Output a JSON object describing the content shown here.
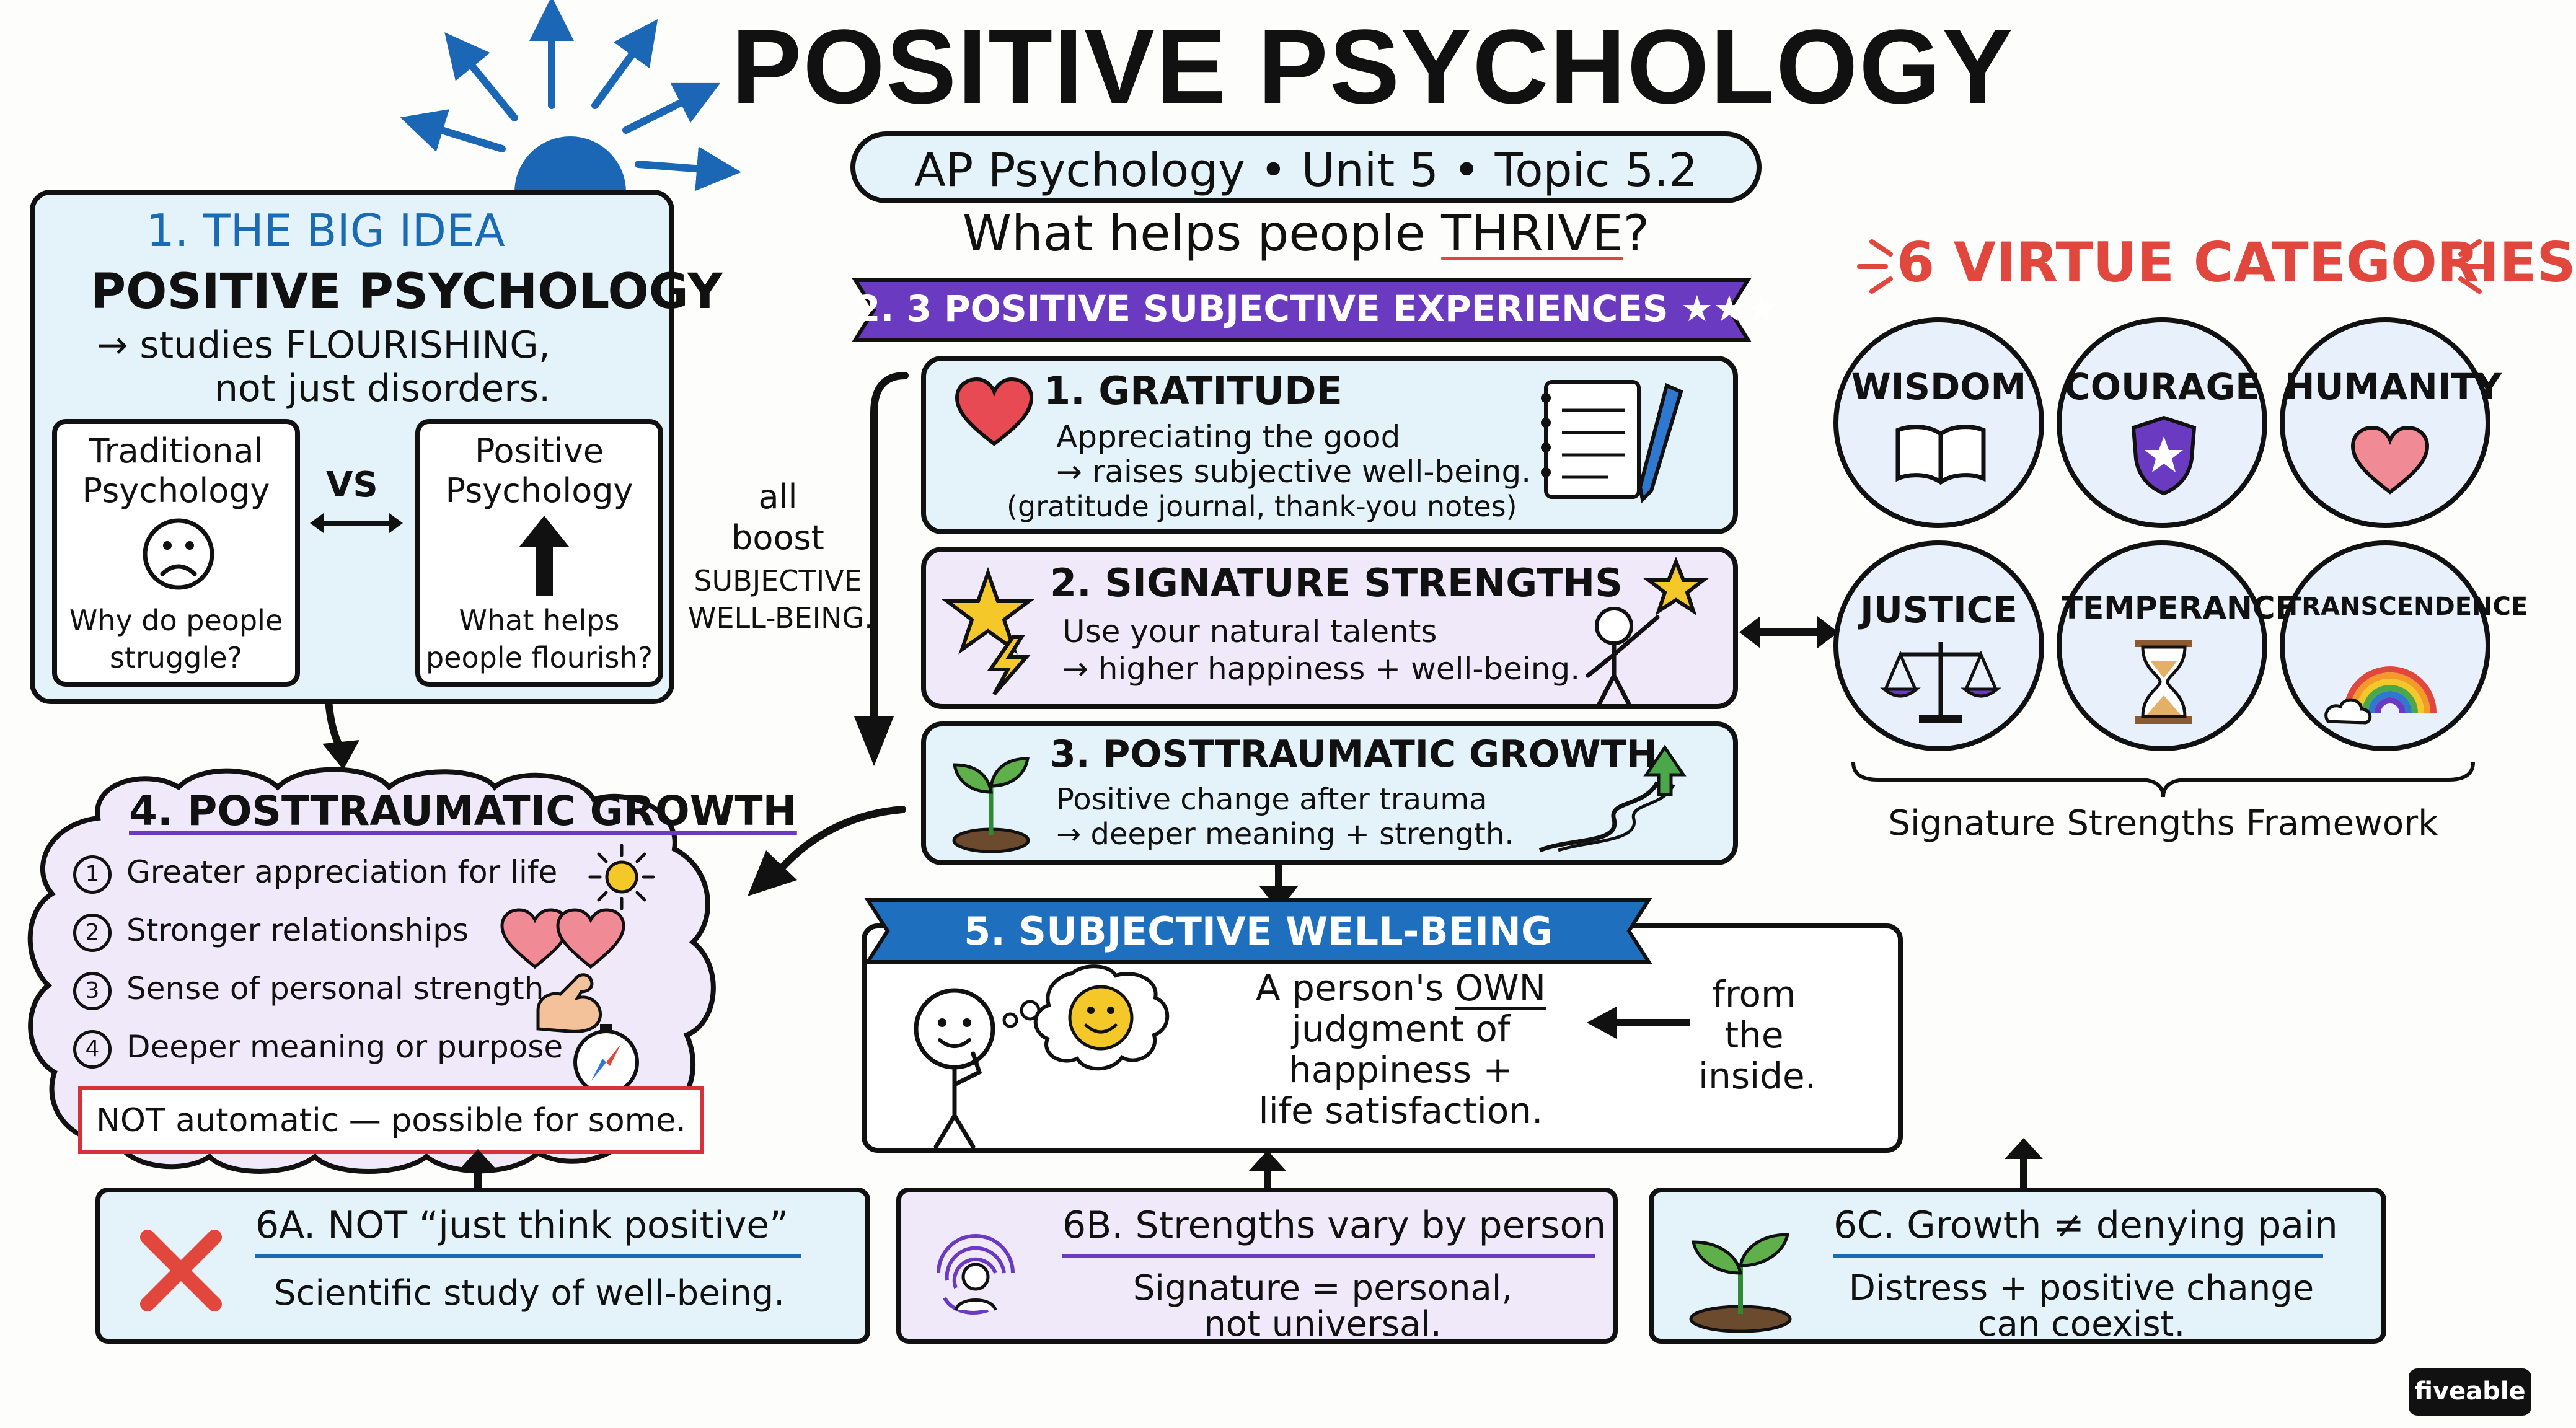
{
  "title": "POSITIVE PSYCHOLOGY",
  "subtitle_pill": "AP Psychology • Unit 5 • Topic 5.2",
  "question": {
    "pre": "What helps people ",
    "em": "THRIVE",
    "post": "?"
  },
  "big_idea": {
    "heading": "1. THE BIG IDEA",
    "title": "POSITIVE PSYCHOLOGY",
    "line1": "→ studies FLOURISHING,",
    "line2": "not just disorders.",
    "vs": "VS",
    "traditional": {
      "title1": "Traditional",
      "title2": "Psychology",
      "q1": "Why do people",
      "q2": "struggle?"
    },
    "positive": {
      "title1": "Positive",
      "title2": "Psychology",
      "q1": "What helps",
      "q2": "people flourish?"
    }
  },
  "all_boost": [
    "all",
    "boost",
    "SUBJECTIVE",
    "WELL-BEING."
  ],
  "experiences": {
    "banner": "2. 3 POSITIVE SUBJECTIVE EXPERIENCES ★★★",
    "items": [
      {
        "title": "1. GRATITUDE",
        "l1": "Appreciating the good",
        "l2": "→ raises subjective well-being.",
        "l3": "(gratitude journal, thank-you notes)"
      },
      {
        "title": "2. SIGNATURE STRENGTHS",
        "l1": "Use your natural talents",
        "l2": "→ higher happiness + well-being."
      },
      {
        "title": "3. POSTTRAUMATIC GROWTH",
        "l1": "Positive change after trauma",
        "l2": "→ deeper meaning + strength."
      }
    ]
  },
  "virtues": {
    "heading": "6 VIRTUE CATEGORIES",
    "items": [
      "WISDOM",
      "COURAGE",
      "HUMANITY",
      "JUSTICE",
      "TEMPERANCE",
      "TRANSCENDENCE"
    ],
    "framework": "Signature Strengths Framework"
  },
  "ptg": {
    "heading": "4. POSTTRAUMATIC GROWTH",
    "items": [
      {
        "n": "1",
        "text": "Greater appreciation for life"
      },
      {
        "n": "2",
        "text": "Stronger relationships"
      },
      {
        "n": "3",
        "text": "Sense of personal strength"
      },
      {
        "n": "4",
        "text": "Deeper meaning or purpose"
      }
    ],
    "note": "NOT automatic — possible for some."
  },
  "swb": {
    "banner": "5. SUBJECTIVE WELL-BEING",
    "l1a": "A person's ",
    "l1b": "OWN",
    "l2": "judgment of",
    "l3": "happiness +",
    "l4": "life satisfaction.",
    "from": [
      "from",
      "the",
      "inside."
    ]
  },
  "misc": [
    {
      "title": "6A. NOT “just think positive”",
      "l1": "Scientific study of well-being."
    },
    {
      "title": "6B. Strengths vary by person",
      "l1": "Signature = personal,",
      "l2": "not universal."
    },
    {
      "title": "6C. Growth ≠ denying pain",
      "l1": "Distress + positive change",
      "l2": "can coexist."
    }
  ],
  "brand": "fiveable",
  "colors": {
    "blue": "#1a6bb3",
    "light_blue": "#e4f3fa",
    "lavender": "#efe9f9",
    "purple": "#6a3bc0",
    "banner_blue": "#1f6fbf",
    "red": "#e2473d",
    "sun": "#1b67b5"
  }
}
